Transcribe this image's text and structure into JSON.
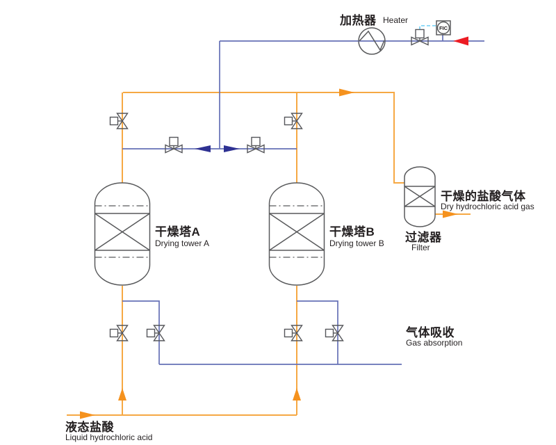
{
  "diagram": {
    "colors": {
      "pipe_orange": "#F6A843",
      "arrow_orange": "#F5921E",
      "pipe_blue": "#6570B6",
      "arrow_navy": "#2E3192",
      "arrow_red": "#EC1C24",
      "signal_cyan": "#6DCFF6",
      "equipment_gray": "#58595B",
      "text": "#231F20"
    },
    "equipment": {
      "heater": {
        "zh": "加热器",
        "en": "Heater"
      },
      "drying_tower_a": {
        "zh": "干燥塔A",
        "en": "Drying tower A"
      },
      "drying_tower_b": {
        "zh": "干燥塔B",
        "en": "Drying tower B"
      },
      "filter": {
        "zh": "过滤器",
        "en": "Filter"
      }
    },
    "streams": {
      "dry_gas": {
        "zh": "干燥的盐酸气体",
        "en": "Dry hydrochloric acid gas"
      },
      "gas_absorption": {
        "zh": "气体吸收",
        "en": "Gas absorption"
      },
      "liquid_acid": {
        "zh": "液态盐酸",
        "en": "Liquid hydrochloric acid"
      }
    },
    "instruments": {
      "flow_controller": {
        "tag": "FIC"
      }
    }
  }
}
